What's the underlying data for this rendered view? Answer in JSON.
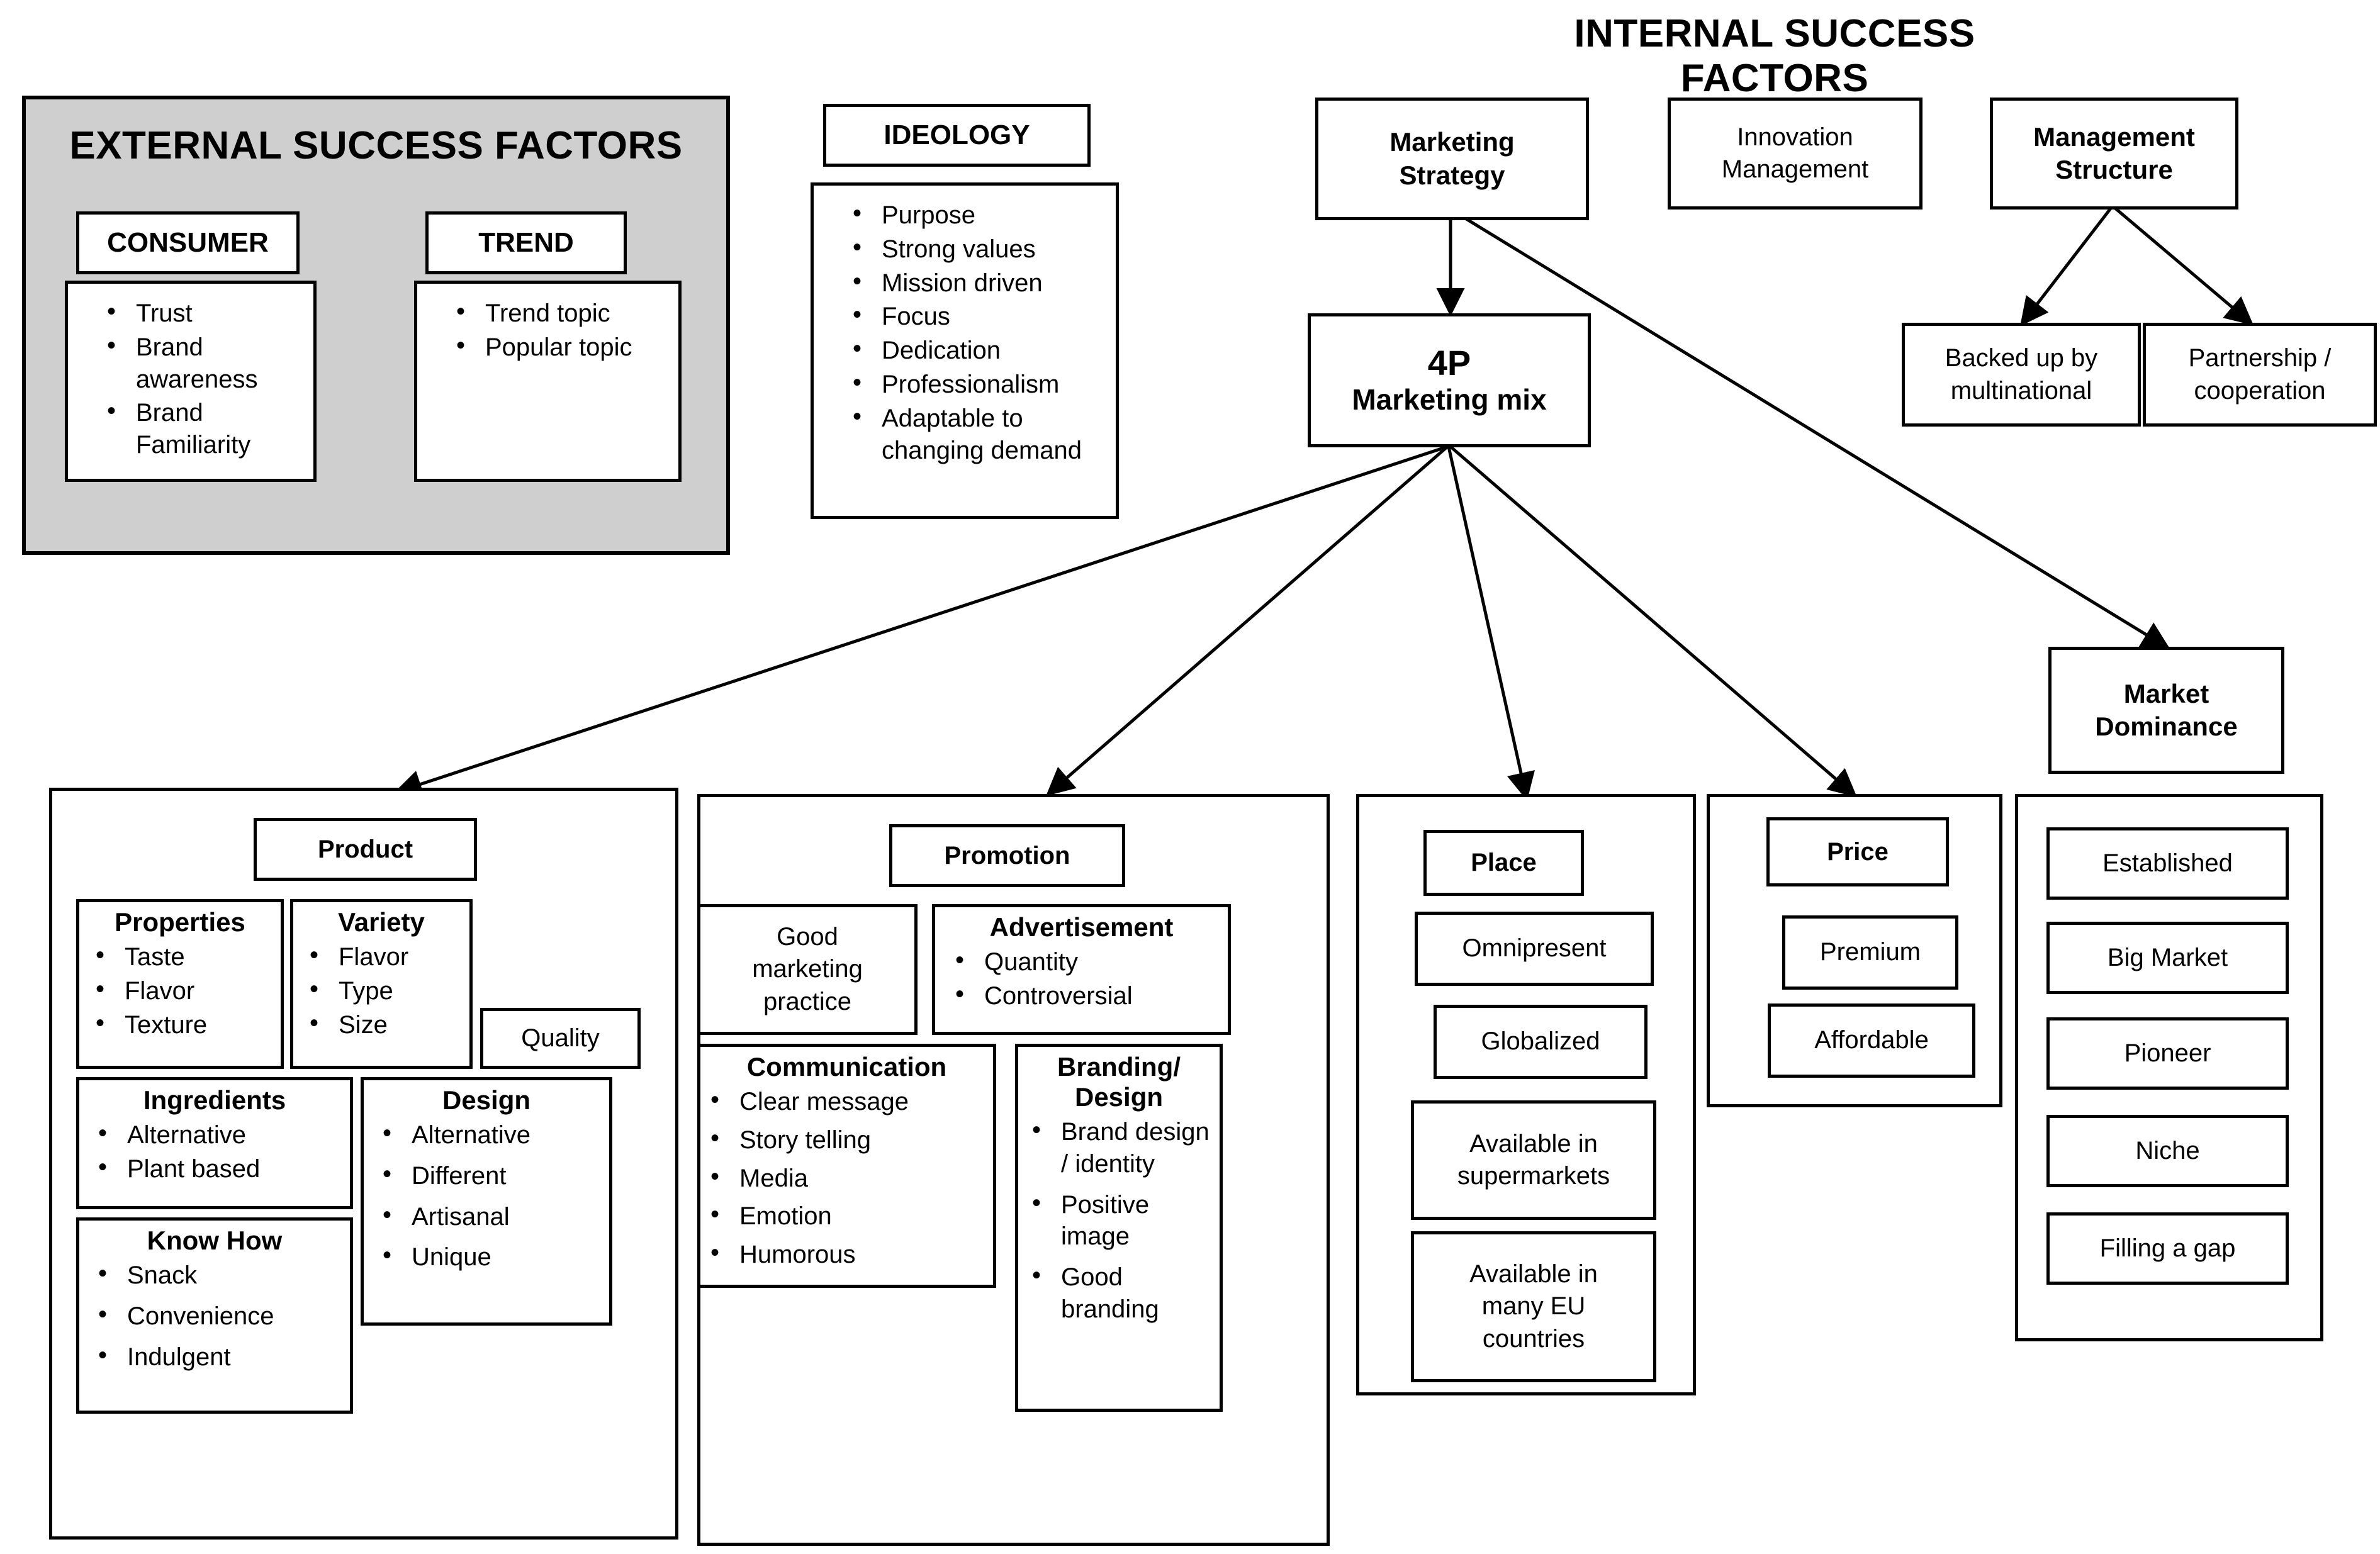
{
  "titles": {
    "internal": "INTERNAL SUCCESS FACTORS",
    "external": "EXTERNAL SUCCESS FACTORS"
  },
  "external": {
    "consumer": {
      "header": "CONSUMER",
      "items": [
        "Trust",
        "Brand awareness",
        "Brand Familiarity"
      ]
    },
    "trend": {
      "header": "TREND",
      "items": [
        "Trend topic",
        "Popular topic"
      ]
    }
  },
  "ideology": {
    "header": "IDEOLOGY",
    "items": [
      "Purpose",
      "Strong values",
      "Mission driven",
      "Focus",
      "Dedication",
      "Professionalism",
      "Adaptable to changing demand"
    ]
  },
  "internal": {
    "marketing_strategy": "Marketing Strategy",
    "innovation_management": "Innovation Management",
    "management_structure": "Management Structure",
    "backed_up": "Backed up by multinational",
    "partnership": "Partnership / cooperation",
    "four_p_line1": "4P",
    "four_p_line2": "Marketing mix"
  },
  "product": {
    "header": "Product",
    "properties": {
      "header": "Properties",
      "items": [
        "Taste",
        "Flavor",
        "Texture"
      ]
    },
    "variety": {
      "header": "Variety",
      "items": [
        "Flavor",
        "Type",
        "Size"
      ]
    },
    "quality": "Quality",
    "ingredients": {
      "header": "Ingredients",
      "items": [
        "Alternative",
        "Plant based"
      ]
    },
    "design": {
      "header": "Design",
      "items": [
        "Alternative",
        "Different",
        "Artisanal",
        "Unique"
      ]
    },
    "know_how": {
      "header": "Know How",
      "items": [
        "Snack",
        "Convenience",
        "Indulgent"
      ]
    }
  },
  "promotion": {
    "header": "Promotion",
    "good_marketing_practice": "Good marketing practice",
    "advertisement": {
      "header": "Advertisement",
      "items": [
        "Quantity",
        "Controversial"
      ]
    },
    "communication": {
      "header": "Communication",
      "items": [
        "Clear message",
        "Story telling",
        "Media",
        "Emotion",
        "Humorous"
      ]
    },
    "branding": {
      "header": "Branding/ Design",
      "items": [
        "Brand design / identity",
        "Positive image",
        "Good branding"
      ]
    }
  },
  "place": {
    "header": "Place",
    "items": [
      "Omnipresent",
      "Globalized",
      "Available in supermarkets",
      "Available in many EU countries"
    ]
  },
  "price": {
    "header": "Price",
    "items": [
      "Premium",
      "Affordable"
    ]
  },
  "market_dominance": {
    "header": "Market Dominance",
    "items": [
      "Established",
      "Big Market",
      "Pioneer",
      "Niche",
      "Filling a gap"
    ]
  },
  "colors": {
    "line": "#000000",
    "panel_fill": "#cfcfcf",
    "background": "#ffffff"
  },
  "chart_data": {
    "type": "diagram",
    "title": "Success factors diagram",
    "nodes": [
      "EXTERNAL SUCCESS FACTORS",
      "CONSUMER",
      "TREND",
      "IDEOLOGY",
      "INTERNAL SUCCESS FACTORS",
      "Marketing Strategy",
      "Innovation Management",
      "Management Structure",
      "Backed up by multinational",
      "Partnership / cooperation",
      "4P Marketing mix",
      "Product",
      "Promotion",
      "Place",
      "Price",
      "Market Dominance"
    ],
    "edges": [
      {
        "from": "Marketing Strategy",
        "to": "4P Marketing mix"
      },
      {
        "from": "Marketing Strategy",
        "to": "Market Dominance"
      },
      {
        "from": "Management Structure",
        "to": "Backed up by multinational"
      },
      {
        "from": "Management Structure",
        "to": "Partnership / cooperation"
      },
      {
        "from": "4P Marketing mix",
        "to": "Product"
      },
      {
        "from": "4P Marketing mix",
        "to": "Promotion"
      },
      {
        "from": "4P Marketing mix",
        "to": "Place"
      },
      {
        "from": "4P Marketing mix",
        "to": "Price"
      }
    ]
  }
}
